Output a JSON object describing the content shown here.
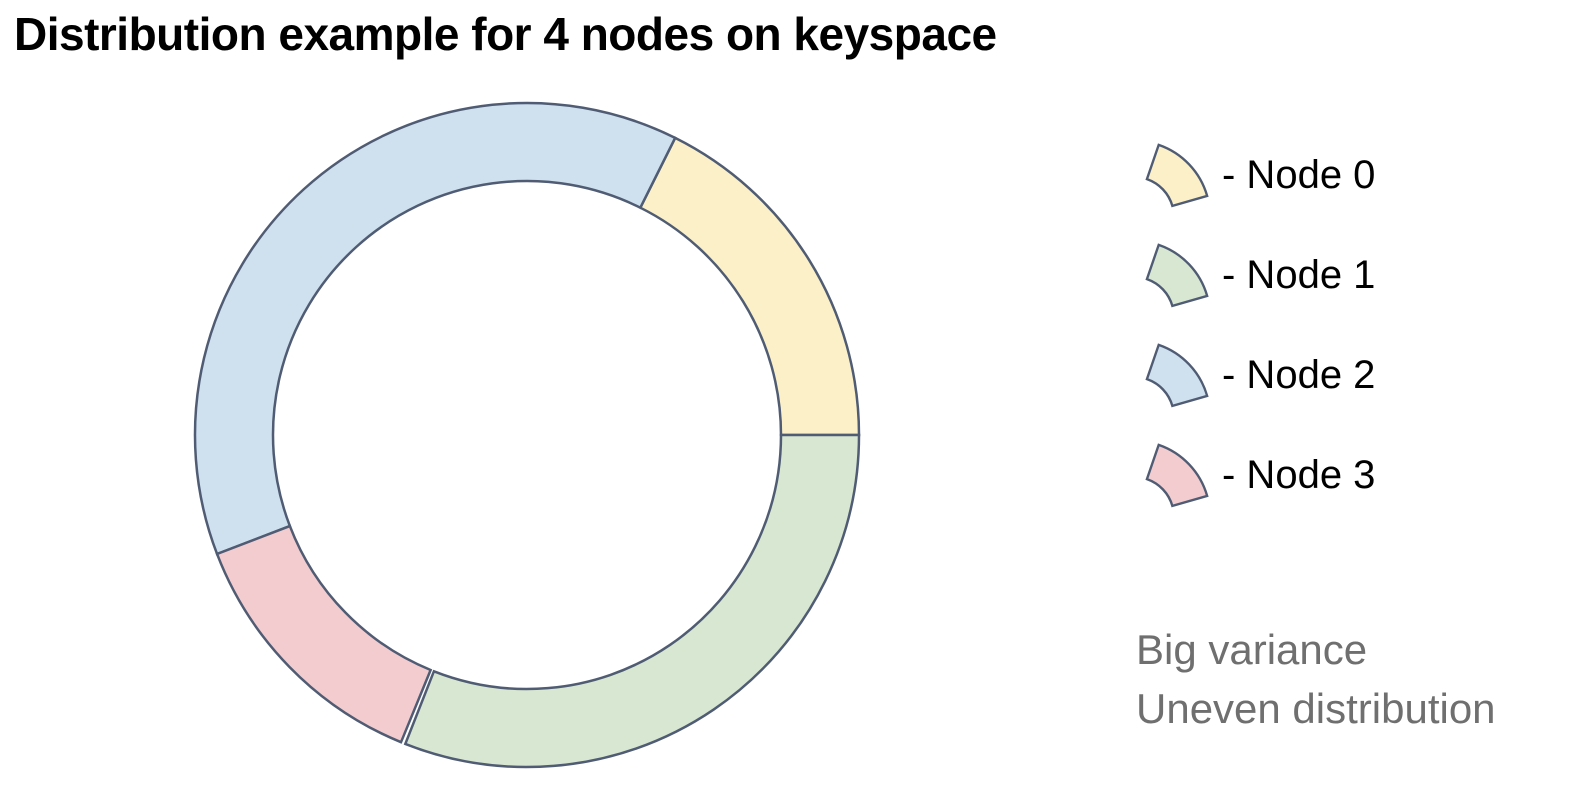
{
  "page": {
    "title": "Distribution example for 4 nodes on keyspace"
  },
  "legend": {
    "items": [
      {
        "label": "- Node 0"
      },
      {
        "label": "- Node 1"
      },
      {
        "label": "- Node 2"
      },
      {
        "label": "- Node 3"
      }
    ]
  },
  "annotation": {
    "line1": "Big variance",
    "line2": "Uneven distribution"
  },
  "colors": {
    "title": "#000000",
    "annotation": "#6f6f6f",
    "wedge_stroke": "#4f5c73",
    "node0_fill": "#fbf0c8",
    "node1_fill": "#d8e7d1",
    "node2_fill": "#cfe0ef",
    "node3_fill": "#f3cccf"
  },
  "chart_data": {
    "type": "donut",
    "title": "Distribution example for 4 nodes on keyspace",
    "angle_convention": "degrees clockwise from 12 o'clock",
    "legend_position": "right",
    "grid": false,
    "nodes": [
      {
        "name": "Node 0",
        "color": "#fbf0c8",
        "start_angle_deg": 26.5,
        "end_angle_deg": 90.0,
        "arc_deg": 63.5,
        "share_pct": 17.6
      },
      {
        "name": "Node 1",
        "color": "#d8e7d1",
        "start_angle_deg": 90.0,
        "end_angle_deg": 201.5,
        "arc_deg": 111.5,
        "share_pct": 31.0
      },
      {
        "name": "Node 2",
        "color": "#cfe0ef",
        "start_angle_deg": 249.0,
        "end_angle_deg": 386.5,
        "arc_deg": 137.5,
        "share_pct": 38.2
      },
      {
        "name": "Node 3",
        "color": "#f3cccf",
        "start_angle_deg": 201.5,
        "end_angle_deg": 249.0,
        "arc_deg": 47.5,
        "share_pct": 13.2
      }
    ],
    "annotations": [
      "Big variance",
      "Uneven distribution"
    ]
  }
}
